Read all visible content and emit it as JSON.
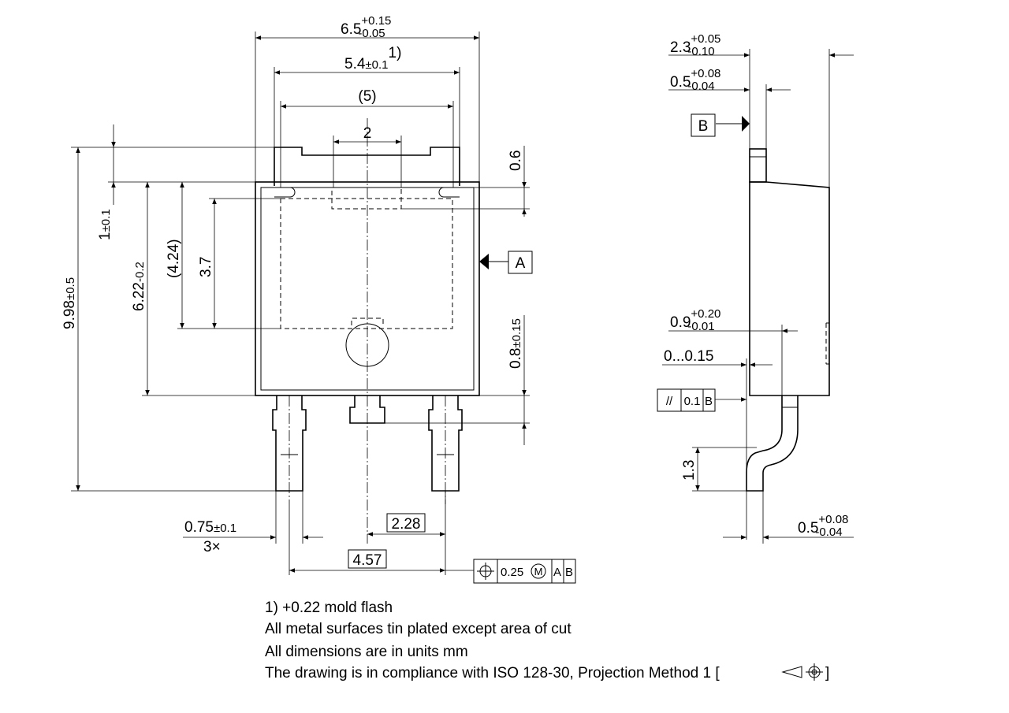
{
  "dimensions": {
    "width_total": {
      "value": "6.5",
      "tol_upper": "+0.15",
      "tol_lower": "-0.05"
    },
    "tab_width": {
      "value": "5.4",
      "tol": "±0.1",
      "note_ref": "1)"
    },
    "inner_width": "(5)",
    "notch_width": "2",
    "height_total": {
      "value": "9.98",
      "tol": "±0.5"
    },
    "tab_height": {
      "value": "1",
      "tol": "±0.1"
    },
    "body_height": {
      "value": "6.22",
      "tol": "-0.2"
    },
    "pad_height": "(4.24)",
    "pad_depth": "3.7",
    "tab_offset": "0.6",
    "lead_stub": {
      "value": "0.8",
      "tol": "±0.15"
    },
    "lead_width": {
      "value": "0.75",
      "tol": "±0.1",
      "count": "3×"
    },
    "pitch_basic": "2.28",
    "pitch_double": "4.57",
    "thickness": {
      "value": "2.3",
      "tol_upper": "+0.05",
      "tol_lower": "-0.10"
    },
    "tab_thickness": {
      "value": "0.5",
      "tol_upper": "+0.08",
      "tol_lower": "-0.04"
    },
    "lead_offset": {
      "value": "0.9",
      "tol_upper": "+0.20",
      "tol_lower": "-0.01"
    },
    "standoff": "0...0.15",
    "lead_length": "1.3",
    "lead_thickness": {
      "value": "0.5",
      "tol_upper": "+0.08",
      "tol_lower": "-0.04"
    }
  },
  "datums": {
    "a": "A",
    "b": "B"
  },
  "position_tolerance": {
    "symbol": "⌖",
    "value": "0.25",
    "modifier": "M",
    "datum1": "A",
    "datum2": "B"
  },
  "parallelism": {
    "symbol": "//",
    "value": "0.1",
    "datum": "B"
  },
  "notes": [
    "1) +0.22 mold flash",
    "All metal surfaces tin plated except area of cut",
    "All dimensions are in units mm",
    "The drawing is in compliance with ISO 128-30, Projection Method 1 ["
  ],
  "notes_end": "]"
}
